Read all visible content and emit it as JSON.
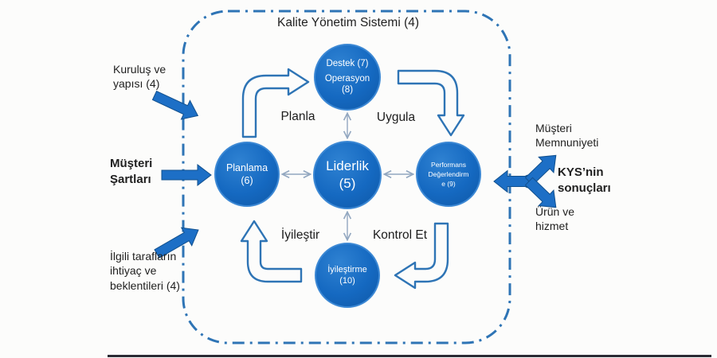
{
  "diagram": {
    "title": "Kalite Yönetim Sistemi (4)",
    "circles": {
      "top": {
        "lines": [
          "Destek (7)",
          "Operasyon",
          "(8)"
        ]
      },
      "center": {
        "lines": [
          "Liderlik",
          "(5)"
        ]
      },
      "left": {
        "lines": [
          "Planlama",
          "(6)"
        ]
      },
      "right": {
        "lines": [
          "Performans",
          "Değerlendirm",
          "e (9)"
        ]
      },
      "bottom": {
        "lines": [
          "İyileştirme",
          "(10)"
        ]
      }
    },
    "cycle_labels": {
      "plan": "Planla",
      "do": "Uygula",
      "check": "Kontrol Et",
      "act": "İyileştir"
    },
    "left_annotations": [
      {
        "lines": [
          "Kuruluş ve",
          "yapısı (4)"
        ]
      },
      {
        "lines": [
          "Müşteri",
          "Şartları"
        ]
      },
      {
        "lines": [
          "İlgili tarafların",
          "ihtiyaç ve",
          "beklentileri (4)"
        ]
      }
    ],
    "right_annotations": [
      {
        "lines": [
          "Müşteri",
          "Memnuniyeti"
        ]
      },
      {
        "lines": [
          "KYS’nin",
          "sonuçları"
        ]
      },
      {
        "lines": [
          "Ürün ve",
          "hizmet"
        ]
      }
    ],
    "colors": {
      "circle_fill": "#1569C1",
      "circle_edge": "#3C88D4",
      "arrow_solid": "#1D6FC6",
      "outline_arrow_stroke": "#2E74B5",
      "dashed_border": "#2E74B5",
      "connector": "#92A7C0",
      "text": "#1F1F1F",
      "bottom_line": "#2A2A33"
    }
  }
}
